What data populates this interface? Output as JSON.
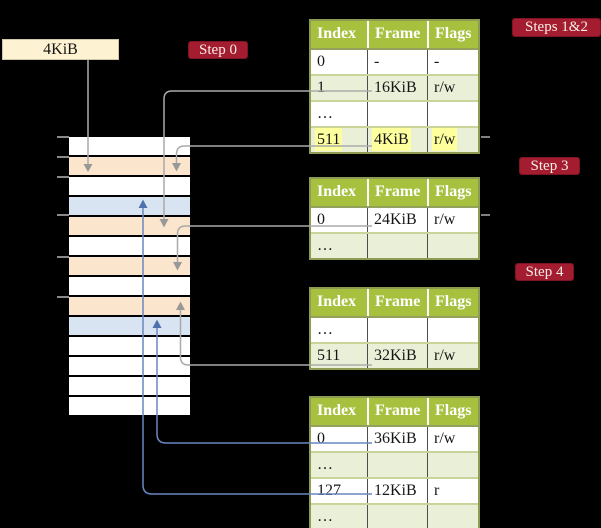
{
  "colors": {
    "bg": "#000000",
    "cream": "#fdf2d1",
    "peach": "#fce5cd",
    "bluerow": "#d9e4f2",
    "crimson": "#a31c30",
    "tgreen": "#a7c13e",
    "tgreenrow": "#eaf0d8",
    "yellowhl": "#feff9d",
    "tborder": "#8e9c53",
    "rowsep": "#c9d49a",
    "grayline": "#aaaaaa",
    "blueline": "#6a87c2",
    "bluehead": "#4e72ae"
  },
  "frame_label": {
    "text": "4KiB"
  },
  "badges": {
    "step0": "Step 0",
    "steps12": "Steps 1&2",
    "step3": "Step 3",
    "step4": "Step 4"
  },
  "memory": {
    "rows": [
      {
        "style": "plain"
      },
      {
        "style": "table"
      },
      {
        "style": "plain"
      },
      {
        "style": "mapped"
      },
      {
        "style": "table"
      },
      {
        "style": "plain"
      },
      {
        "style": "table"
      },
      {
        "style": "plain"
      },
      {
        "style": "table"
      },
      {
        "style": "mapped"
      },
      {
        "style": "plain"
      },
      {
        "style": "plain"
      },
      {
        "style": "plain"
      },
      {
        "style": "plain"
      }
    ]
  },
  "tables": [
    {
      "headers": [
        "Index",
        "Frame",
        "Flags"
      ],
      "rows": [
        {
          "style": "plain",
          "cells": [
            "0",
            "-",
            "-"
          ]
        },
        {
          "style": "alt",
          "cells": [
            "1",
            "16KiB",
            "r/w"
          ]
        },
        {
          "style": "plain",
          "cells": [
            "…",
            "",
            ""
          ]
        },
        {
          "style": "alt hl",
          "cells": [
            "511",
            "4KiB",
            "r/w"
          ]
        }
      ]
    },
    {
      "headers": [
        "Index",
        "Frame",
        "Flags"
      ],
      "rows": [
        {
          "style": "plain",
          "cells": [
            "0",
            "24KiB",
            "r/w"
          ]
        },
        {
          "style": "alt",
          "cells": [
            "…",
            "",
            ""
          ]
        }
      ]
    },
    {
      "headers": [
        "Index",
        "Frame",
        "Flags"
      ],
      "rows": [
        {
          "style": "plain",
          "cells": [
            "…",
            "",
            ""
          ]
        },
        {
          "style": "alt",
          "cells": [
            "511",
            "32KiB",
            "r/w"
          ]
        }
      ]
    },
    {
      "headers": [
        "Index",
        "Frame",
        "Flags"
      ],
      "rows": [
        {
          "style": "plain",
          "cells": [
            "0",
            "36KiB",
            "r/w"
          ]
        },
        {
          "style": "alt",
          "cells": [
            "…",
            "",
            ""
          ]
        },
        {
          "style": "plain",
          "cells": [
            "127",
            "12KiB",
            "r"
          ]
        },
        {
          "style": "alt",
          "cells": [
            "…",
            "",
            ""
          ]
        }
      ]
    }
  ]
}
